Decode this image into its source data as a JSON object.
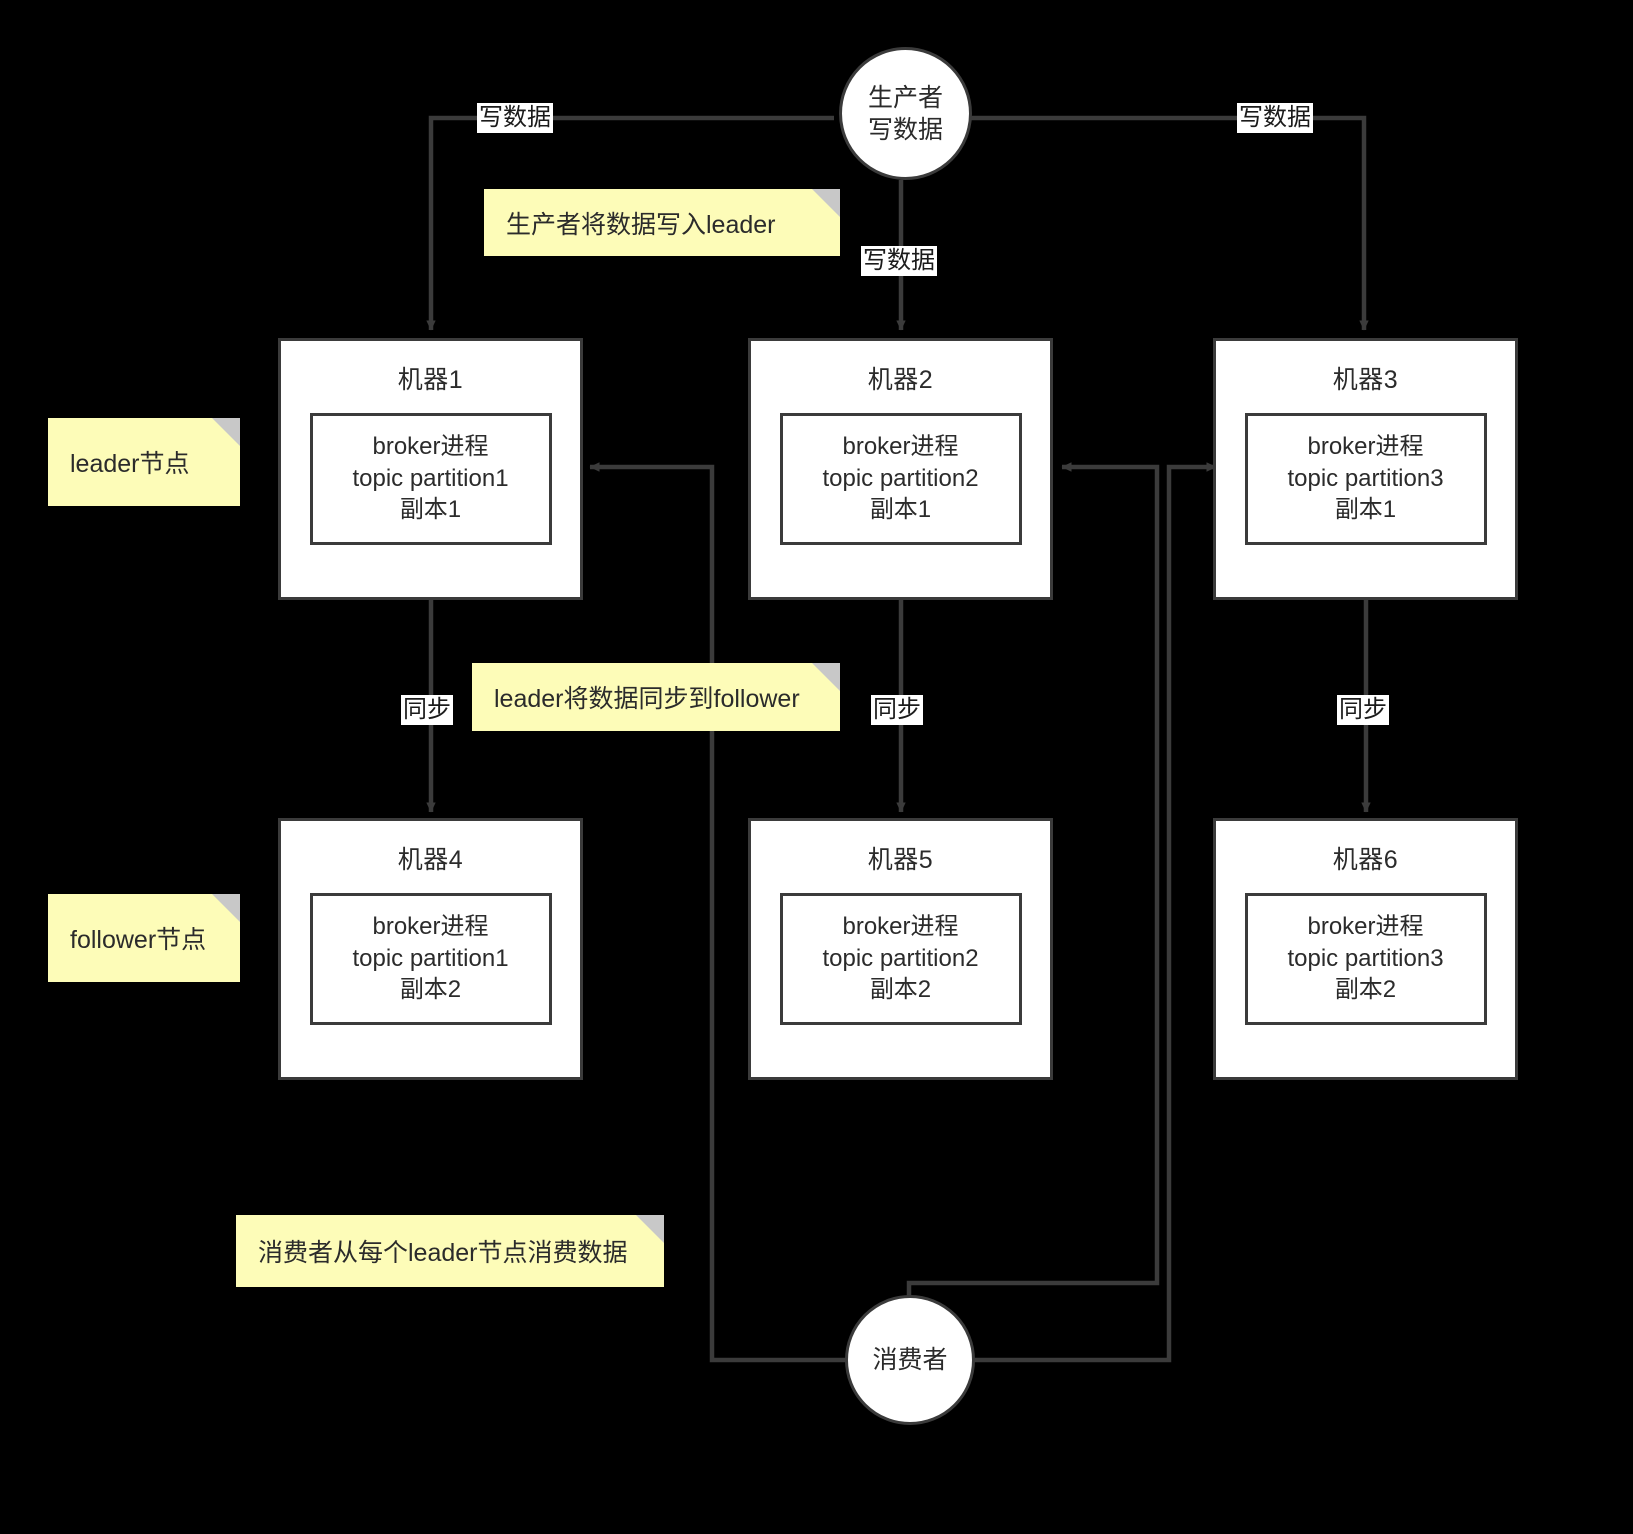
{
  "diagram": {
    "title": "Kafka leader-follower replication topology",
    "background_color": "#000000",
    "note_color": "#fdfcb8",
    "node_fill": "#ffffff",
    "stroke_color": "#3b3b3b"
  },
  "actors": {
    "producer": {
      "line1": "生产者",
      "line2": "写数据"
    },
    "consumer": {
      "line1": "消费者"
    }
  },
  "machines": [
    {
      "title": "机器1",
      "line1": "broker进程",
      "line2": "topic partition1",
      "line3": "副本1"
    },
    {
      "title": "机器2",
      "line1": "broker进程",
      "line2": "topic partition2",
      "line3": "副本1"
    },
    {
      "title": "机器3",
      "line1": "broker进程",
      "line2": "topic partition3",
      "line3": "副本1"
    },
    {
      "title": "机器4",
      "line1": "broker进程",
      "line2": "topic partition1",
      "line3": "副本2"
    },
    {
      "title": "机器5",
      "line1": "broker进程",
      "line2": "topic partition2",
      "line3": "副本2"
    },
    {
      "title": "机器6",
      "line1": "broker进程",
      "line2": "topic partition3",
      "line3": "副本2"
    }
  ],
  "notes": [
    {
      "id": "note-producer-write",
      "text": "生产者将数据写入leader"
    },
    {
      "id": "note-leader-node",
      "text": "leader节点"
    },
    {
      "id": "note-sync",
      "text": "leader将数据同步到follower"
    },
    {
      "id": "note-follower-node",
      "text": "follower节点"
    },
    {
      "id": "note-consumer",
      "text": "消费者从每个leader节点消费数据"
    }
  ],
  "edge_labels": {
    "write_left": "写数据",
    "write_mid": "写数据",
    "write_right": "写数据",
    "sync_left": "同步",
    "sync_mid": "同步",
    "sync_right": "同步"
  }
}
